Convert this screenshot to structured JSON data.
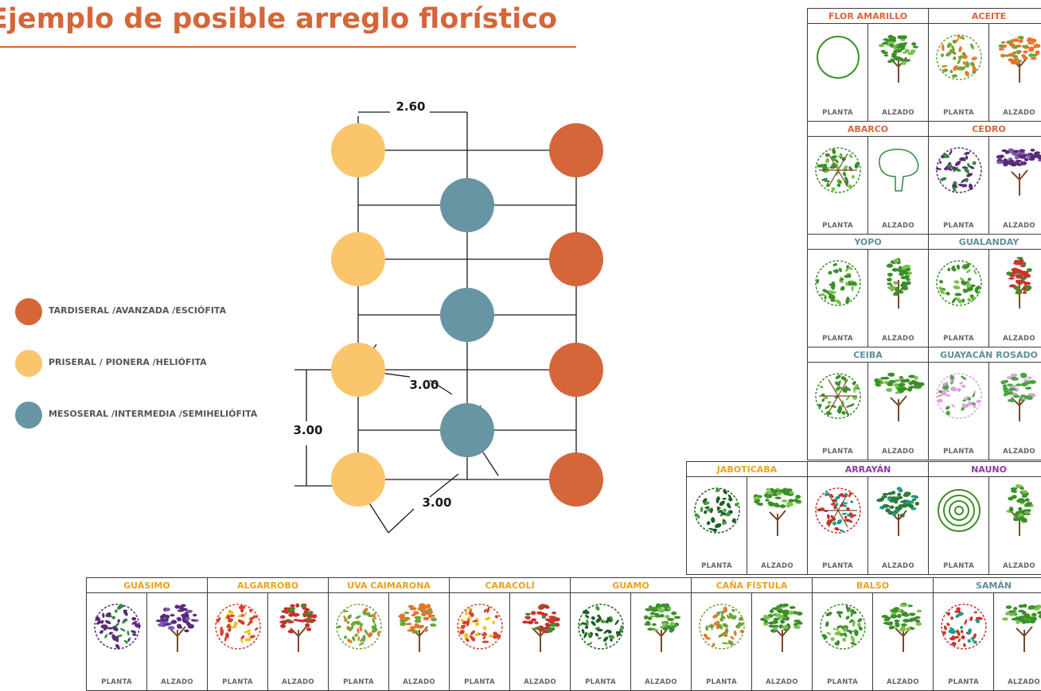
{
  "page": {
    "title": "Ejemplo de posible arreglo florístico"
  },
  "colors": {
    "tardiseral": "#d4663a",
    "priseral": "#fbc56c",
    "mesoseral": "#6795a3",
    "title": "#d5663a"
  },
  "legend": [
    {
      "label": "TARDISERAL /AVANZADA /ESCIÓFITA",
      "color": "#d4663a"
    },
    {
      "label": "PRISERAL / PIONERA /HELIÓFITA",
      "color": "#fbc56c"
    },
    {
      "label": "MESOSERAL /INTERMEDIA /SEMIHELIÓFITA",
      "color": "#6795a3"
    }
  ],
  "diagram": {
    "dims": {
      "top": "2.60",
      "diag_upper": "3.00",
      "diag_lower": "3.00",
      "left": "3.00"
    },
    "columns": [
      {
        "stage": "priseral",
        "count": 4
      },
      {
        "stage": "mesoseral",
        "count": 3
      },
      {
        "stage": "tardiseral",
        "count": 4
      }
    ]
  },
  "labels": {
    "planta": "PLANTA",
    "alzado": "ALZADO"
  },
  "species": [
    {
      "key": "flor_amarillo",
      "name": "FLOR AMARILLO",
      "color": "#d5663a",
      "icon_planta": "thin-ring-icon",
      "icon_alzado": "green-tree-icon"
    },
    {
      "key": "aceite",
      "name": "ACEITE",
      "color": "#d5663a",
      "icon_planta": "orange-speckled-canopy-icon",
      "icon_alzado": "orange-speckled-tree-icon"
    },
    {
      "key": "abarco",
      "name": "ABARCO",
      "color": "#d5663a",
      "icon_planta": "branched-outline-canopy-icon",
      "icon_alzado": "outline-tree-icon"
    },
    {
      "key": "cedro",
      "name": "CEDRO",
      "color": "#d5663a",
      "icon_planta": "purple-speckled-canopy-icon",
      "icon_alzado": "wide-purple-tree-icon"
    },
    {
      "key": "yopo",
      "name": "YOPO",
      "color": "#5d8f9d",
      "icon_planta": "light-green-canopy-icon",
      "icon_alzado": "tall-oval-tree-icon"
    },
    {
      "key": "gualanday",
      "name": "GUALANDAY",
      "color": "#5d8f9d",
      "icon_planta": "leafy-canopy-icon",
      "icon_alzado": "layered-tree-icon"
    },
    {
      "key": "ceiba",
      "name": "CEIBA",
      "color": "#5d8f9d",
      "icon_planta": "radial-canopy-icon",
      "icon_alzado": "umbrella-tree-icon"
    },
    {
      "key": "guayacan_rosado",
      "name": "GUAYACÁN ROSADO",
      "color": "#5d8f9d",
      "icon_planta": "pink-canopy-icon",
      "icon_alzado": "pink-tree-icon"
    },
    {
      "key": "jaboticaba",
      "name": "JABOTICABA",
      "color": "#e8a21c",
      "icon_planta": "dark-leaf-canopy-icon",
      "icon_alzado": "spreading-tree-icon"
    },
    {
      "key": "arrayan",
      "name": "ARRAYÁN",
      "color": "#8e3aa3",
      "icon_planta": "red-branch-canopy-icon",
      "icon_alzado": "teal-tree-icon"
    },
    {
      "key": "nauno",
      "name": "NAUNO",
      "color": "#8e3aa3",
      "icon_planta": "concentric-canopy-icon",
      "icon_alzado": "conical-tree-icon"
    },
    {
      "key": "guasimo",
      "name": "GUÁSIMO",
      "color": "#e8a21c",
      "icon_planta": "dark-purple-canopy-icon",
      "icon_alzado": "purple-tree-icon"
    },
    {
      "key": "algarrobo",
      "name": "ALGARROBO",
      "color": "#e8a21c",
      "icon_planta": "orange-petal-canopy-icon",
      "icon_alzado": "red-orange-tree-icon"
    },
    {
      "key": "uva_caimarona",
      "name": "UVA CAIMARONA",
      "color": "#e8a21c",
      "icon_planta": "orange-leaf-canopy-icon",
      "icon_alzado": "orange-tree-icon"
    },
    {
      "key": "caracoli",
      "name": "CARACOLÍ",
      "color": "#e8a21c",
      "icon_planta": "petal-ring-canopy-icon",
      "icon_alzado": "red-green-tree-icon"
    },
    {
      "key": "guamo",
      "name": "GUAMO",
      "color": "#e8a21c",
      "icon_planta": "dark-green-canopy-icon",
      "icon_alzado": "green-tree-icon"
    },
    {
      "key": "cana_fistula",
      "name": "CAÑA FÍSTULA",
      "color": "#e8a21c",
      "icon_planta": "orange-center-canopy-icon",
      "icon_alzado": "mixed-tree-icon"
    },
    {
      "key": "balso",
      "name": "BALSO",
      "color": "#e8a21c",
      "icon_planta": "green-brown-canopy-icon",
      "icon_alzado": "thin-branch-tree-icon"
    },
    {
      "key": "saman",
      "name": "SAMÁN",
      "color": "#5d8f9d",
      "icon_planta": "scattered-leaf-canopy-icon",
      "icon_alzado": "wide-umbrella-tree-icon"
    }
  ]
}
